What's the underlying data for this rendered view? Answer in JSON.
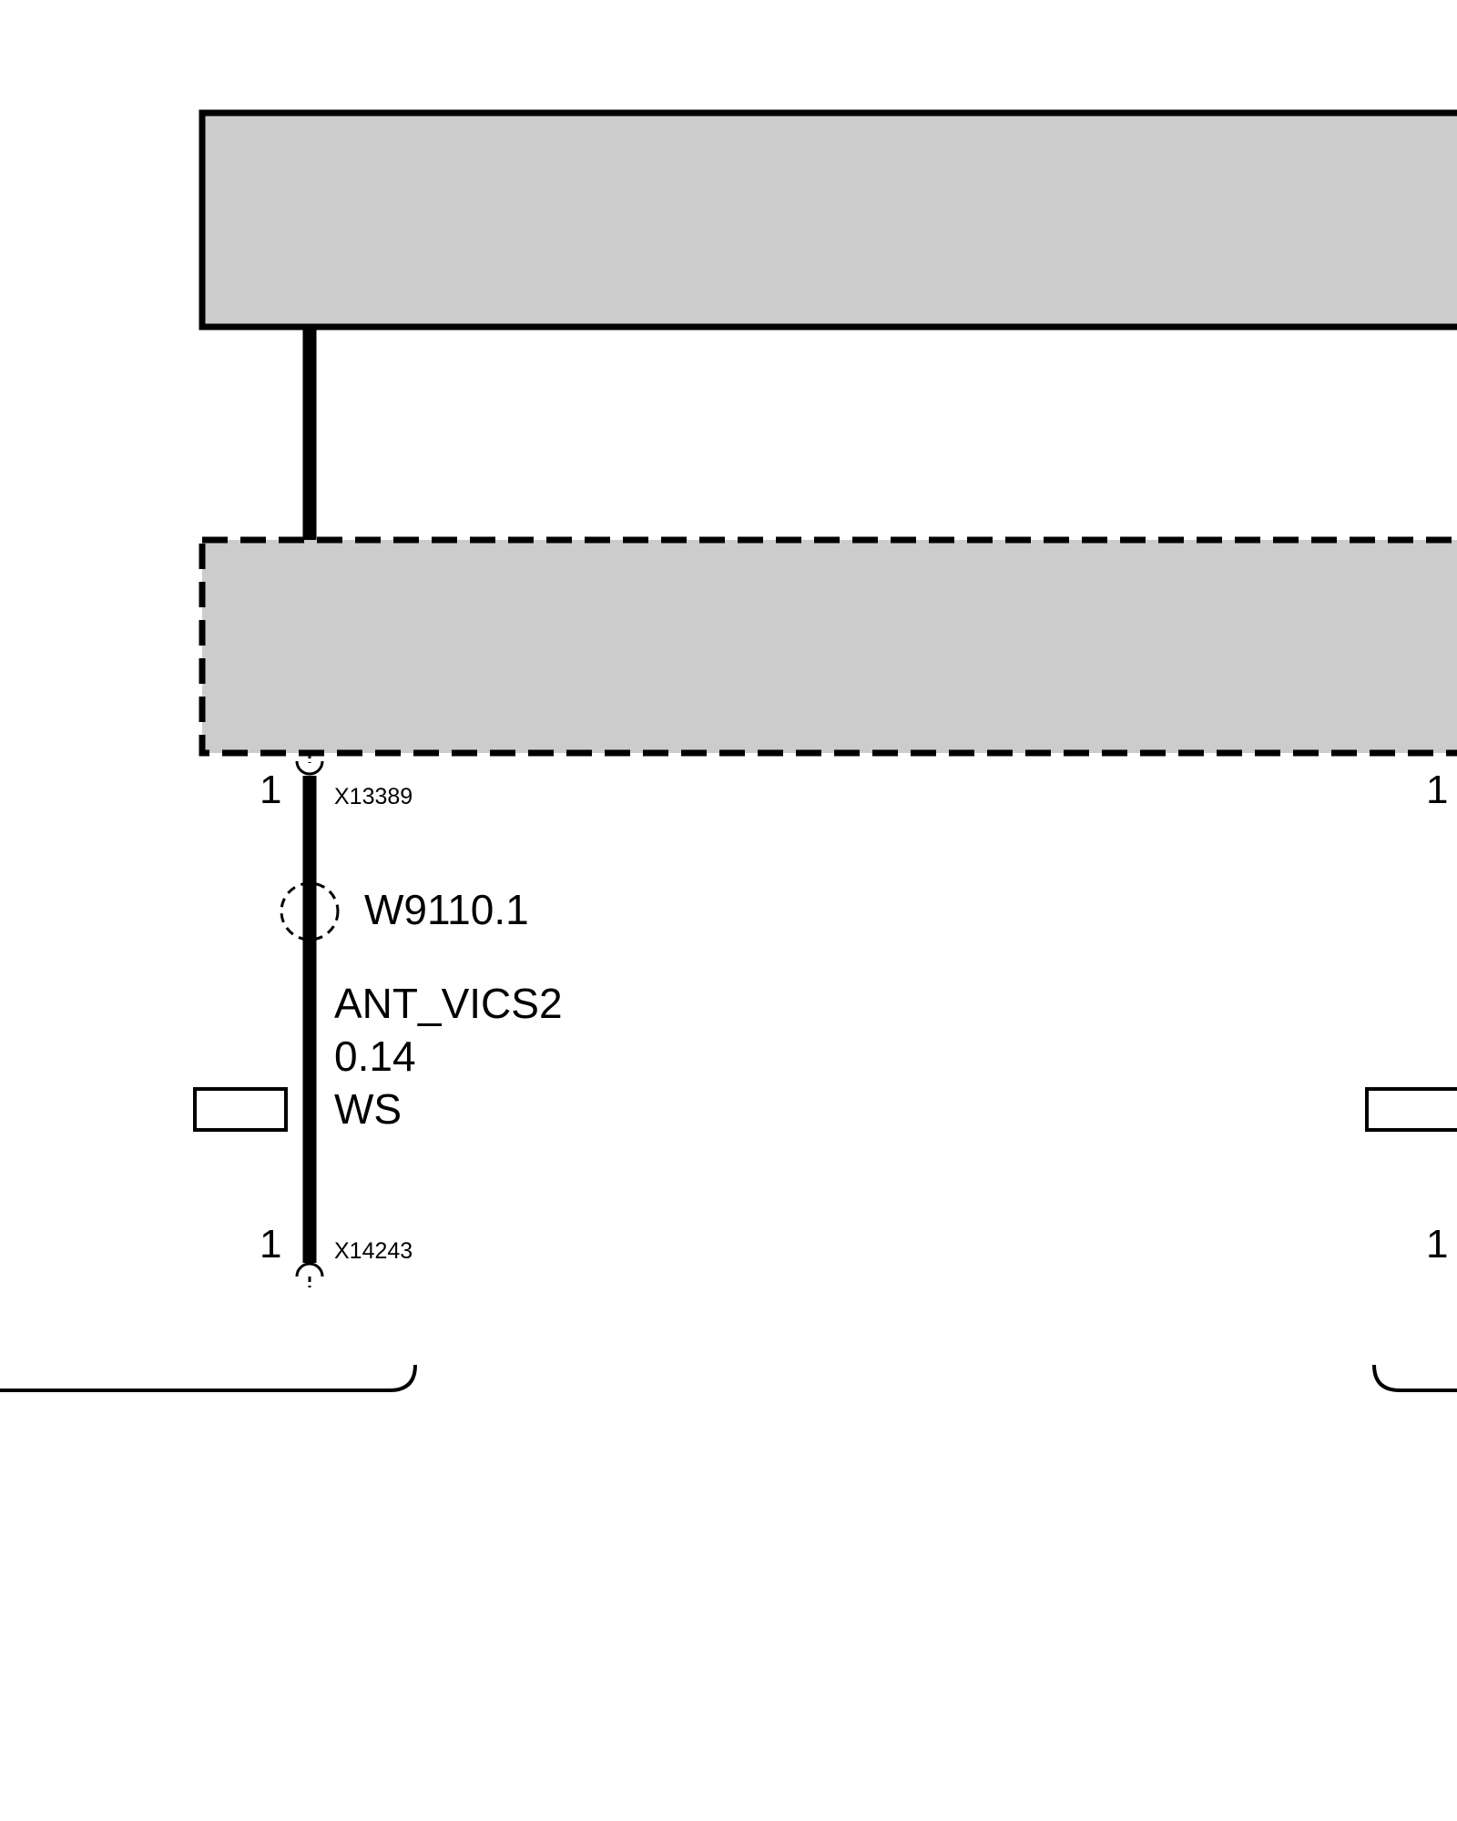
{
  "colors": {
    "module_fill": "#cccccc",
    "stroke": "#000000",
    "background": "#ffffff"
  },
  "left_circuit": {
    "top_pin": "1",
    "top_connector": "X13389",
    "shield_label": "W9110.1",
    "wire_signal": "ANT_VICS2",
    "wire_gauge": "0.14",
    "wire_color": "WS",
    "bottom_pin": "1",
    "bottom_connector": "X14243"
  },
  "right_circuit": {
    "top_pin": "1",
    "bottom_pin": "1"
  }
}
